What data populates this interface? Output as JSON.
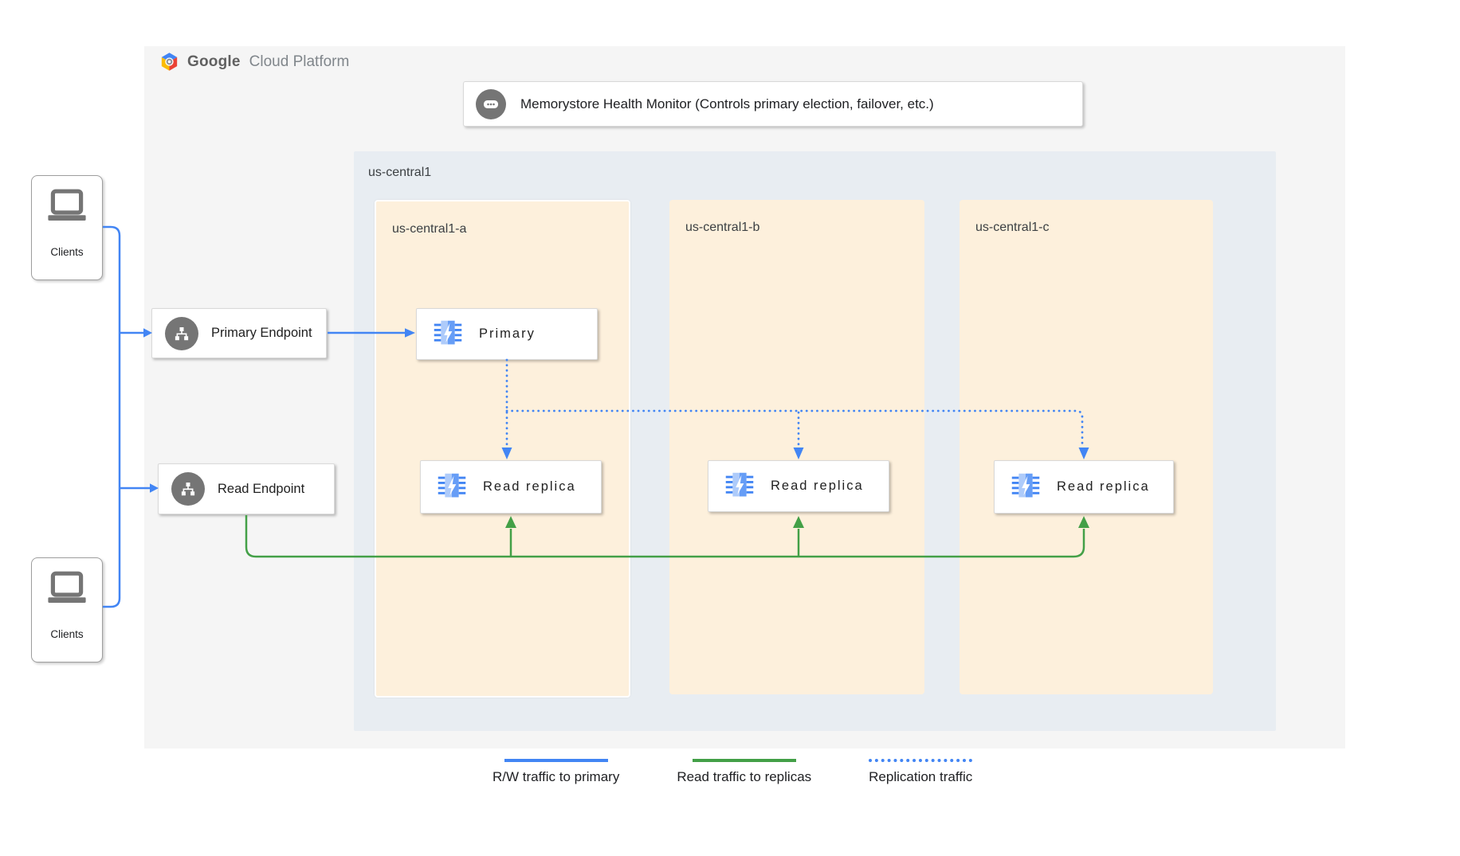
{
  "brand": {
    "bold": "Google",
    "light": "Cloud Platform"
  },
  "monitor": {
    "label": "Memorystore Health Monitor (Controls primary election, failover, etc.)"
  },
  "region": {
    "label": "us-central1",
    "zones": [
      {
        "label": "us-central1-a"
      },
      {
        "label": "us-central1-b"
      },
      {
        "label": "us-central1-c"
      }
    ]
  },
  "nodes": {
    "primary_endpoint": "Primary Endpoint",
    "read_endpoint": "Read Endpoint",
    "primary": "Primary",
    "read_replica": "Read replica"
  },
  "clients": {
    "label": "Clients"
  },
  "legend": {
    "items": [
      {
        "label": "R/W traffic to primary",
        "color": "#4285F4",
        "line_style": "solid"
      },
      {
        "label": "Read traffic to replicas",
        "color": "#43A047",
        "line_style": "solid"
      },
      {
        "label": "Replication traffic",
        "color": "#4285F4",
        "line_style": "dotted"
      }
    ]
  },
  "colors": {
    "accent_blue": "#4285F4",
    "traffic_green": "#43A047",
    "panel_bg": "#F5F5F5",
    "region_bg": "#E8EDF2",
    "zone_bg": "#FDF0DC",
    "icon_gray": "#757575"
  }
}
